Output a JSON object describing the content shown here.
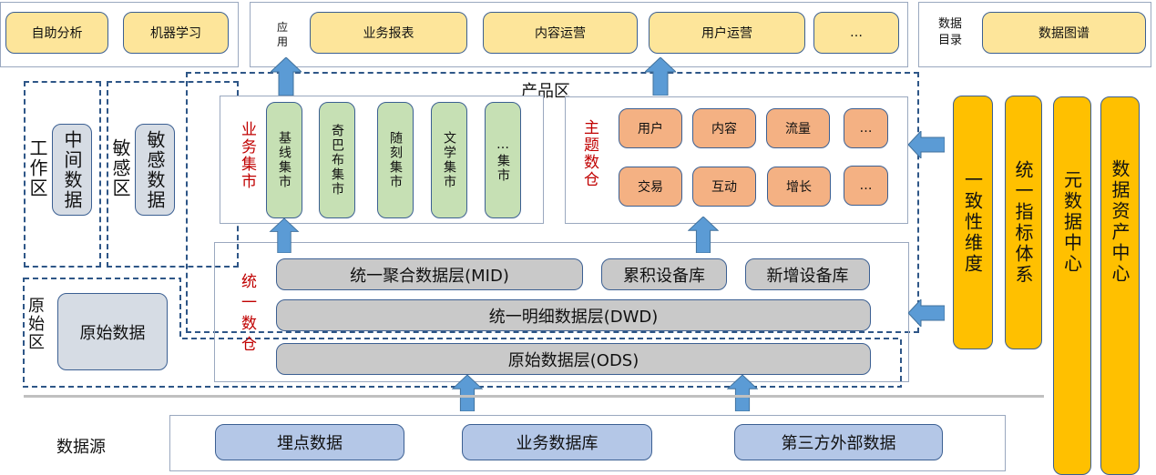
{
  "top_left": {
    "items": [
      "自助分析",
      "机器学习"
    ]
  },
  "application": {
    "label": "应用",
    "items": [
      "业务报表",
      "内容运营",
      "用户运营",
      "…"
    ]
  },
  "catalog": {
    "label": "数据目录",
    "items": [
      "数据图谱"
    ]
  },
  "zones": {
    "product": "产品区",
    "work": "工作区",
    "sensitive": "敏感区",
    "raw": "原始区"
  },
  "work_zone": {
    "item": "中间数据"
  },
  "sensitive_zone": {
    "item": "敏感数据"
  },
  "raw_zone": {
    "item": "原始数据"
  },
  "business_marts": {
    "title": "业务集市",
    "items": [
      "基线集市",
      "奇巴布集市",
      "随刻集市",
      "文学集市",
      "…集市"
    ]
  },
  "theme_warehouse": {
    "title": "主题数仓",
    "row1": [
      "用户",
      "内容",
      "流量",
      "…"
    ],
    "row2": [
      "交易",
      "互动",
      "增长",
      "…"
    ]
  },
  "unified_warehouse": {
    "title": "统一数仓",
    "mid": "统一聚合数据层(MID)",
    "accumulated": "累积设备库",
    "new_device": "新增设备库",
    "dwd": "统一明细数据层(DWD)",
    "ods": "原始数据层(ODS)"
  },
  "pillars": [
    "一致性维度",
    "统一指标体系",
    "元数据中心",
    "数据资产中心"
  ],
  "data_sources": {
    "label": "数据源",
    "items": [
      "埋点数据",
      "业务数据库",
      "第三方外部数据"
    ]
  },
  "colors": {
    "app_yellow": "#fde59a",
    "pillar_gold": "#ffc000",
    "mart_green": "#c6e0b4",
    "theme_orange": "#f4b183",
    "layer_grey": "#c9c9c9",
    "source_blue": "#b4c7e7",
    "arrow_blue": "#5b9bd5",
    "dash_navy": "#2e5687",
    "title_red": "#c00000"
  }
}
